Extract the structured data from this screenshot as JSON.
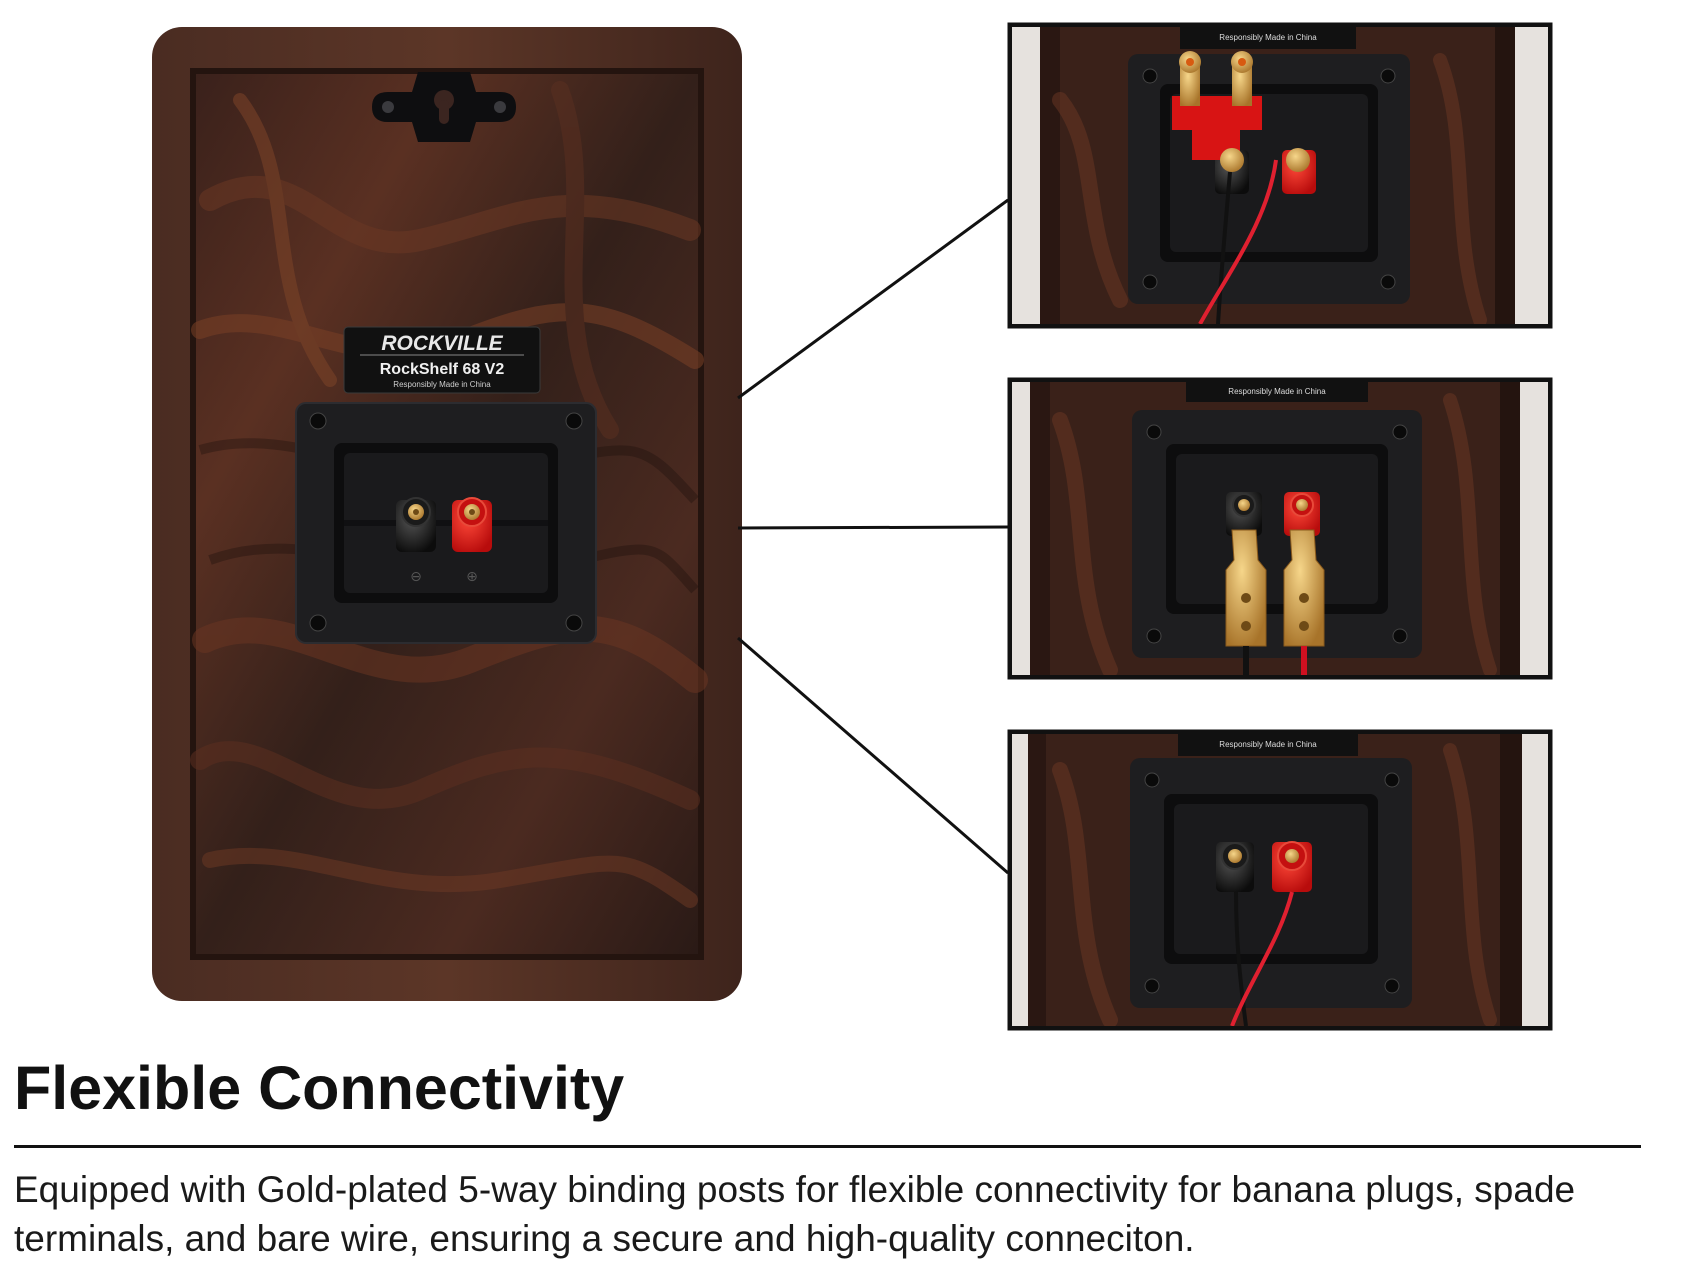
{
  "speaker": {
    "brand": "ROCKVILLE",
    "model": "RockShelf 68 V2",
    "origin": "Responsibly Made in China",
    "terminal_marks": [
      "⊖",
      "⊕"
    ]
  },
  "insets": [
    {
      "label": "Responsibly Made in China",
      "connection": "banana plugs"
    },
    {
      "label": "Responsibly Made in China",
      "connection": "spade terminals"
    },
    {
      "label": "Responsibly Made in China",
      "connection": "bare wire"
    }
  ],
  "heading": "Flexible Connectivity",
  "description": "Equipped with Gold-plated 5-way binding posts for flexible connectivity for banana plugs, spade terminals, and bare wire, ensuring a secure and high-quality conneciton.",
  "colors": {
    "wood_dark": "#2f1a15",
    "wood_mid": "#4a2a22",
    "wood_light": "#6b3a26",
    "terminal_red": "#d81414",
    "gold": "#d9a94a",
    "plate": "#1e1e20"
  }
}
